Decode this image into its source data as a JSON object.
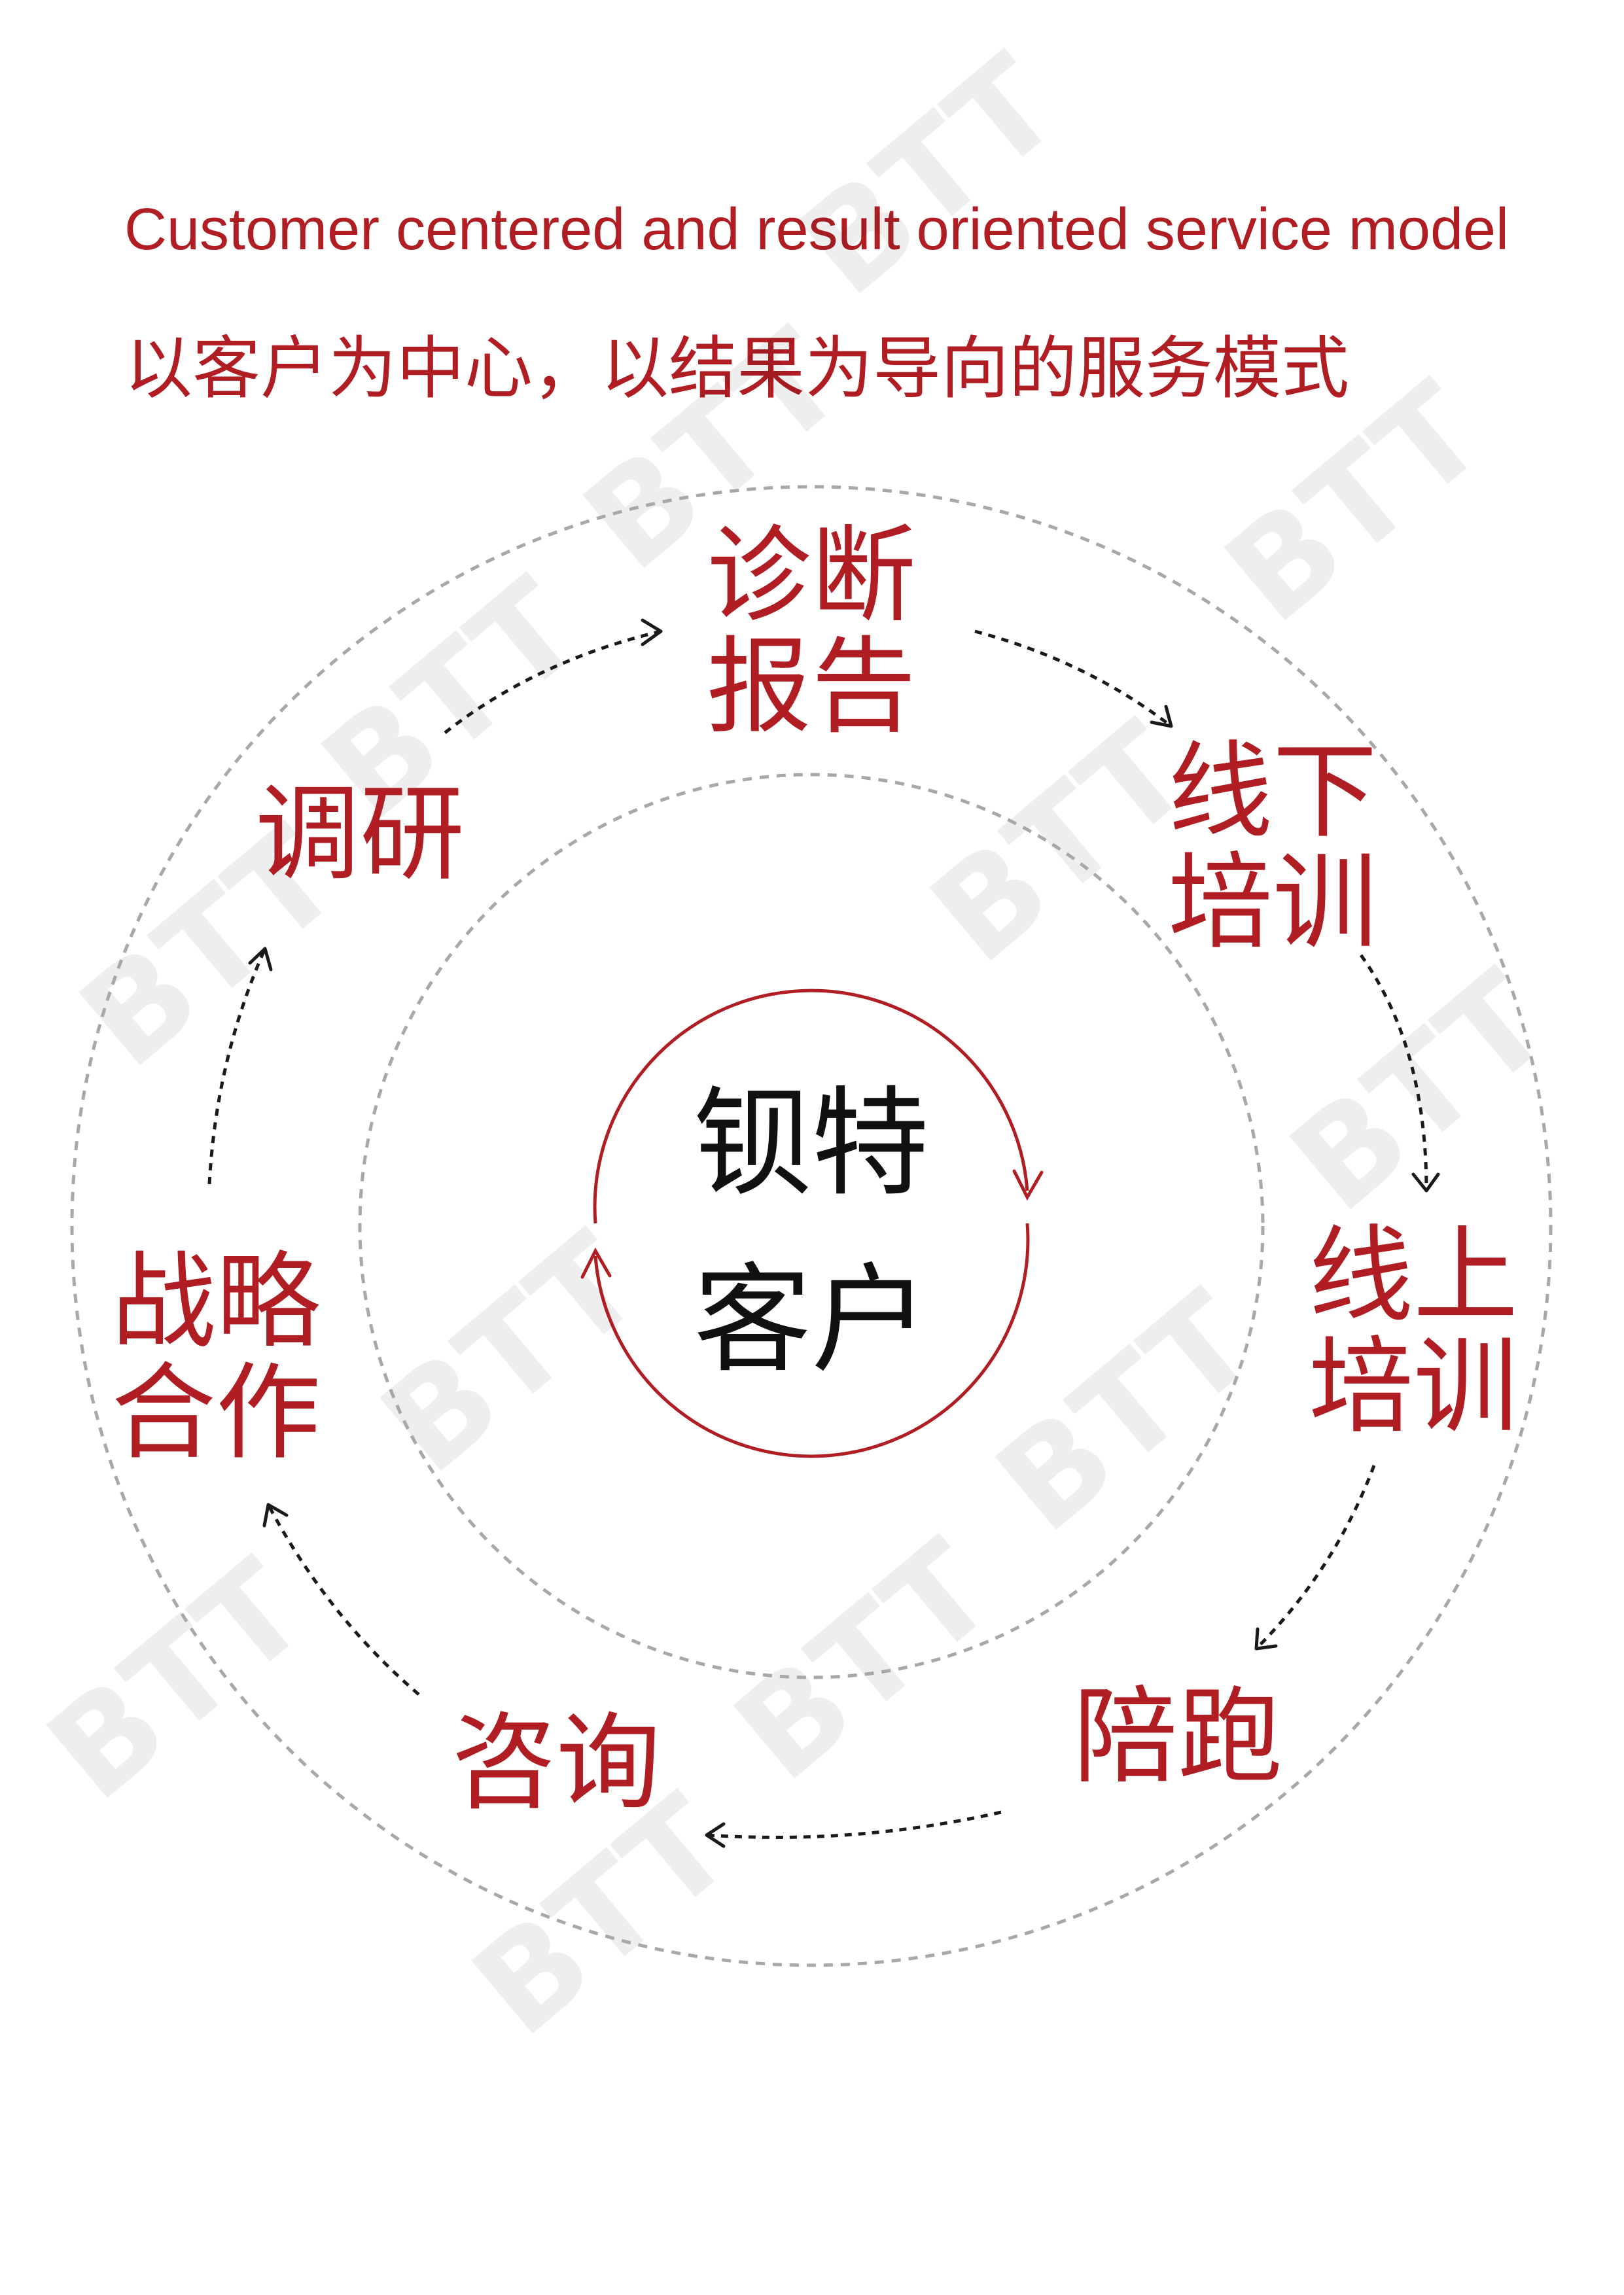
{
  "title_en": "Customer centered and result oriented service model",
  "title_zh": "以客户为中心，以结果为导向的服务模式",
  "center": {
    "line1": "钡特",
    "line2": "客户"
  },
  "nodes": [
    {
      "id": "diagnosis-report",
      "line1": "诊断",
      "line2": "报告"
    },
    {
      "id": "offline-training",
      "line1": "线下",
      "line2": "培训"
    },
    {
      "id": "online-training",
      "line1": "线上",
      "line2": "培训"
    },
    {
      "id": "coaching",
      "line1": "陪跑",
      "line2": ""
    },
    {
      "id": "consulting",
      "line1": "咨询",
      "line2": ""
    },
    {
      "id": "strategic-cooperation",
      "line1": "战略",
      "line2": "合作"
    },
    {
      "id": "research",
      "line1": "调研",
      "line2": ""
    }
  ],
  "watermark": "BTT",
  "colors": {
    "accent": "#b01e24",
    "center_text": "#111111",
    "ring": "#a8a8a8",
    "arrow": "#1a1a1a"
  }
}
